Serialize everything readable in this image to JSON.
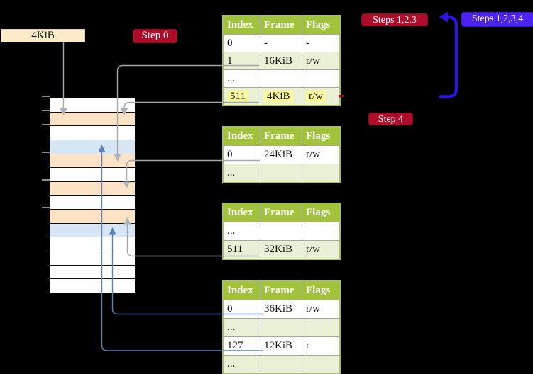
{
  "diagram": {
    "page_size_label": "4KiB",
    "badges": {
      "step0": "Step 0",
      "steps123": "Steps 1,2,3",
      "steps1234": "Steps 1,2,3,4",
      "step4": "Step 4"
    },
    "table_headers": [
      "Index",
      "Frame",
      "Flags"
    ],
    "tables": [
      {
        "name": "page-table-1",
        "rows": [
          {
            "cells": [
              "0",
              "-",
              "-"
            ]
          },
          {
            "cells": [
              "1",
              "16KiB",
              "r/w"
            ]
          },
          {
            "cells": [
              "...",
              "",
              ""
            ]
          },
          {
            "cells": [
              "511",
              "4KiB",
              "r/w"
            ],
            "highlighted": true
          }
        ]
      },
      {
        "name": "page-table-2",
        "rows": [
          {
            "cells": [
              "0",
              "24KiB",
              "r/w"
            ]
          },
          {
            "cells": [
              "...",
              "",
              ""
            ]
          }
        ]
      },
      {
        "name": "page-table-3",
        "rows": [
          {
            "cells": [
              "...",
              "",
              ""
            ]
          },
          {
            "cells": [
              "511",
              "32KiB",
              "r/w"
            ]
          }
        ]
      },
      {
        "name": "page-table-4",
        "rows": [
          {
            "cells": [
              "0",
              "36KiB",
              "r/w"
            ]
          },
          {
            "cells": [
              "...",
              "",
              ""
            ]
          },
          {
            "cells": [
              "127",
              "12KiB",
              "r"
            ]
          },
          {
            "cells": [
              "...",
              "",
              ""
            ]
          }
        ]
      }
    ],
    "memory_strip": {
      "row_colors": [
        "white",
        "peach",
        "white",
        "blue",
        "peach",
        "white",
        "peach",
        "white",
        "peach",
        "blue",
        "white",
        "white",
        "white",
        "white"
      ]
    },
    "colors": {
      "badge_red": "#AD0D2B",
      "badge_blue": "#4C23F0",
      "table_header_green": "#A1C23B",
      "table_row_green": "#EAF0D6",
      "table_border_green": "#A9BF66",
      "highlight_yellow": "#FEFA9C",
      "strip_peach": "#FCE3C6",
      "strip_blue": "#D7E6F4",
      "label_cream": "#FBEBC9",
      "arrow_gray": "#A2A8B0",
      "arrow_steel_blue": "#5D81B8",
      "arrow_vivid_blue": "#2B16E0"
    }
  }
}
